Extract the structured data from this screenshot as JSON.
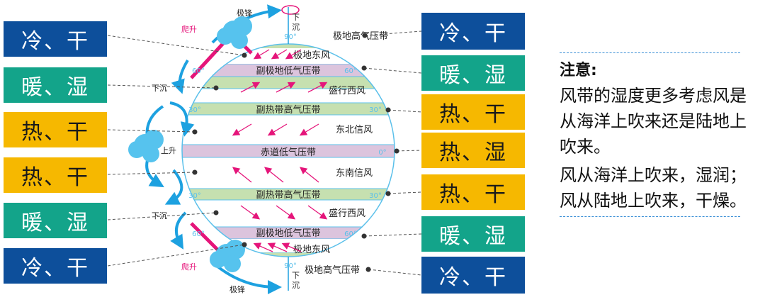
{
  "left_labels": [
    "冷、干",
    "暖、湿",
    "热、干",
    "热、干",
    "暖、湿",
    "冷、干"
  ],
  "right_labels": [
    "冷、干",
    "暖、湿",
    "热、干",
    "热、湿",
    "热、干",
    "暖、湿",
    "冷、干"
  ],
  "bands": {
    "north_polar_high": "极地高气压带",
    "north_polar_easterlies": "极地东风",
    "north_subpolar_low": "副极地低气压带",
    "north_westerlies": "盛行西风",
    "north_subtropical_high": "副热带高气压带",
    "ne_trades": "东北信风",
    "equatorial_low": "赤道低气压带",
    "se_trades": "东南信风",
    "south_subtropical_high": "副热带高气压带",
    "south_westerlies": "盛行西风",
    "south_subpolar_low": "副极地低气压带",
    "south_polar_easterlies": "极地东风",
    "south_polar_high": "极地高气压带"
  },
  "latitudes": {
    "lat90": "90°",
    "lat60": "60°",
    "lat30": "30°",
    "lat0": "0°"
  },
  "circulation": {
    "polar_front": "极锋",
    "climb": "爬升",
    "sink": "下沉",
    "rise": "上升",
    "sink_vertical": "下沉"
  },
  "note": {
    "title": "注意:",
    "para1": "风带的湿度更多考虑风是从海洋上吹来还是陆地上吹来。",
    "para2": "风从海洋上吹来，湿润；风从陆地上吹来，干燥。"
  },
  "colors": {
    "cold": "#0d4f9b",
    "warm": "#13a48a",
    "hot": "#f6b800",
    "low_band": "#dcc4dd",
    "high_band": "#c6e0b0",
    "wind_arrow": "#e5157a",
    "cell_arrow": "#1da1e0"
  }
}
